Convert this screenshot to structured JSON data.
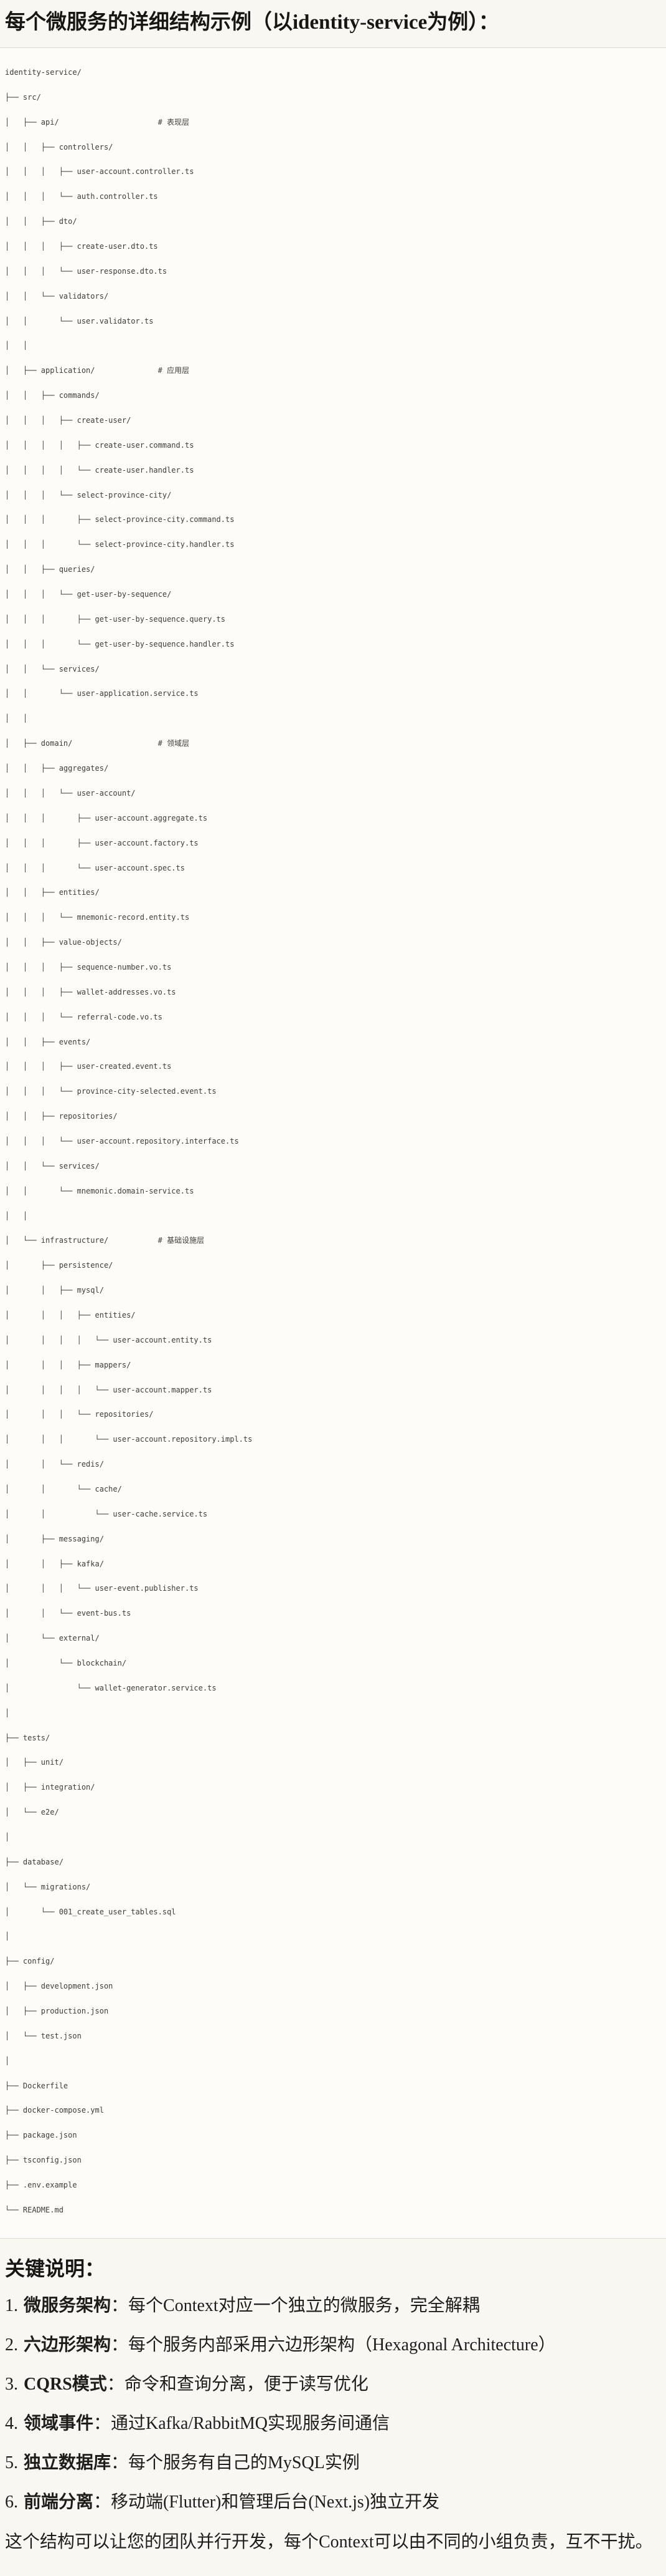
{
  "page": {
    "title": "每个微服务的详细结构示例（以identity-service为例）："
  },
  "tree": {
    "text": "identity-service/\n├── src/\n│   ├── api/                      # 表现层\n│   │   ├── controllers/\n│   │   │   ├── user-account.controller.ts\n│   │   │   └── auth.controller.ts\n│   │   ├── dto/\n│   │   │   ├── create-user.dto.ts\n│   │   │   └── user-response.dto.ts\n│   │   └── validators/\n│   │       └── user.validator.ts\n│   │\n│   ├── application/              # 应用层\n│   │   ├── commands/\n│   │   │   ├── create-user/\n│   │   │   │   ├── create-user.command.ts\n│   │   │   │   └── create-user.handler.ts\n│   │   │   └── select-province-city/\n│   │   │       ├── select-province-city.command.ts\n│   │   │       └── select-province-city.handler.ts\n│   │   ├── queries/\n│   │   │   └── get-user-by-sequence/\n│   │   │       ├── get-user-by-sequence.query.ts\n│   │   │       └── get-user-by-sequence.handler.ts\n│   │   └── services/\n│   │       └── user-application.service.ts\n│   │\n│   ├── domain/                   # 领域层\n│   │   ├── aggregates/\n│   │   │   └── user-account/\n│   │   │       ├── user-account.aggregate.ts\n│   │   │       ├── user-account.factory.ts\n│   │   │       └── user-account.spec.ts\n│   │   ├── entities/\n│   │   │   └── mnemonic-record.entity.ts\n│   │   ├── value-objects/\n│   │   │   ├── sequence-number.vo.ts\n│   │   │   ├── wallet-addresses.vo.ts\n│   │   │   └── referral-code.vo.ts\n│   │   ├── events/\n│   │   │   ├── user-created.event.ts\n│   │   │   └── province-city-selected.event.ts\n│   │   ├── repositories/\n│   │   │   └── user-account.repository.interface.ts\n│   │   └── services/\n│   │       └── mnemonic.domain-service.ts\n│   │\n│   └── infrastructure/           # 基础设施层\n│       ├── persistence/\n│       │   ├── mysql/\n│       │   │   ├── entities/\n│       │   │   │   └── user-account.entity.ts\n│       │   │   ├── mappers/\n│       │   │   │   └── user-account.mapper.ts\n│       │   │   └── repositories/\n│       │   │       └── user-account.repository.impl.ts\n│       │   └── redis/\n│       │       └── cache/\n│       │           └── user-cache.service.ts\n│       ├── messaging/\n│       │   ├── kafka/\n│       │   │   └── user-event.publisher.ts\n│       │   └── event-bus.ts\n│       └── external/\n│           └── blockchain/\n│               └── wallet-generator.service.ts\n│\n├── tests/\n│   ├── unit/\n│   ├── integration/\n│   └── e2e/\n│\n├── database/\n│   └── migrations/\n│       └── 001_create_user_tables.sql\n│\n├── config/\n│   ├── development.json\n│   ├── production.json\n│   └── test.json\n│\n├── Dockerfile\n├── docker-compose.yml\n├── package.json\n├── tsconfig.json\n├── .env.example\n└── README.md"
  },
  "notes": {
    "heading": "关键说明：",
    "items": [
      {
        "num": "1.",
        "term": "微服务架构",
        "colon": "：",
        "desc": "每个Context对应一个独立的微服务，完全解耦"
      },
      {
        "num": "2.",
        "term": "六边形架构",
        "colon": "：",
        "desc": "每个服务内部采用六边形架构（Hexagonal Architecture）"
      },
      {
        "num": "3.",
        "term": "CQRS模式",
        "colon": "：",
        "desc": "命令和查询分离，便于读写优化"
      },
      {
        "num": "4.",
        "term": "领域事件",
        "colon": "：",
        "desc": "通过Kafka/RabbitMQ实现服务间通信"
      },
      {
        "num": "5.",
        "term": "独立数据库",
        "colon": "：",
        "desc": "每个服务有自己的MySQL实例"
      },
      {
        "num": "6.",
        "term": "前端分离",
        "colon": "：",
        "desc": "移动端(Flutter)和管理后台(Next.js)独立开发"
      }
    ],
    "footer": "这个结构可以让您的团队并行开发，每个Context可以由不同的小组负责，互不干扰。"
  },
  "tree_layer_comments": [
    "# 表现层",
    "# 应用层",
    "# 领域层",
    "# 基础设施层"
  ],
  "colors": {
    "page_bg": "#F9F7F2",
    "code_bg": "#FDFCF9",
    "code_border": "#DCD8D0",
    "tree_text": "#3E3D39",
    "body_text": "#1F1D1A",
    "heading_text": "#171613"
  }
}
